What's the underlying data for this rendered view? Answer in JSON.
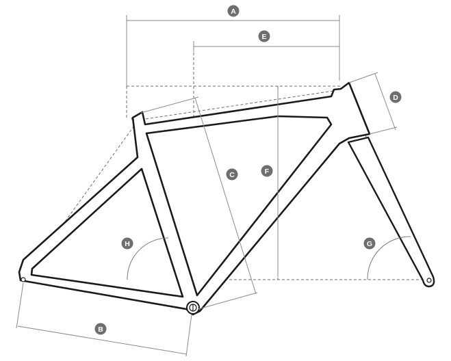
{
  "labels": {
    "A": "A",
    "B": "B",
    "C": "C",
    "D": "D",
    "E": "E",
    "F": "F",
    "G": "G",
    "H": "H"
  },
  "colors": {
    "frame_stroke": "#1a1a1a",
    "dashed_lines": "#6b6b6b",
    "dimension_lines": "#8a8a8a",
    "badge_fill": "#6e6e6e",
    "badge_text": "#ffffff",
    "background": "#ffffff"
  }
}
